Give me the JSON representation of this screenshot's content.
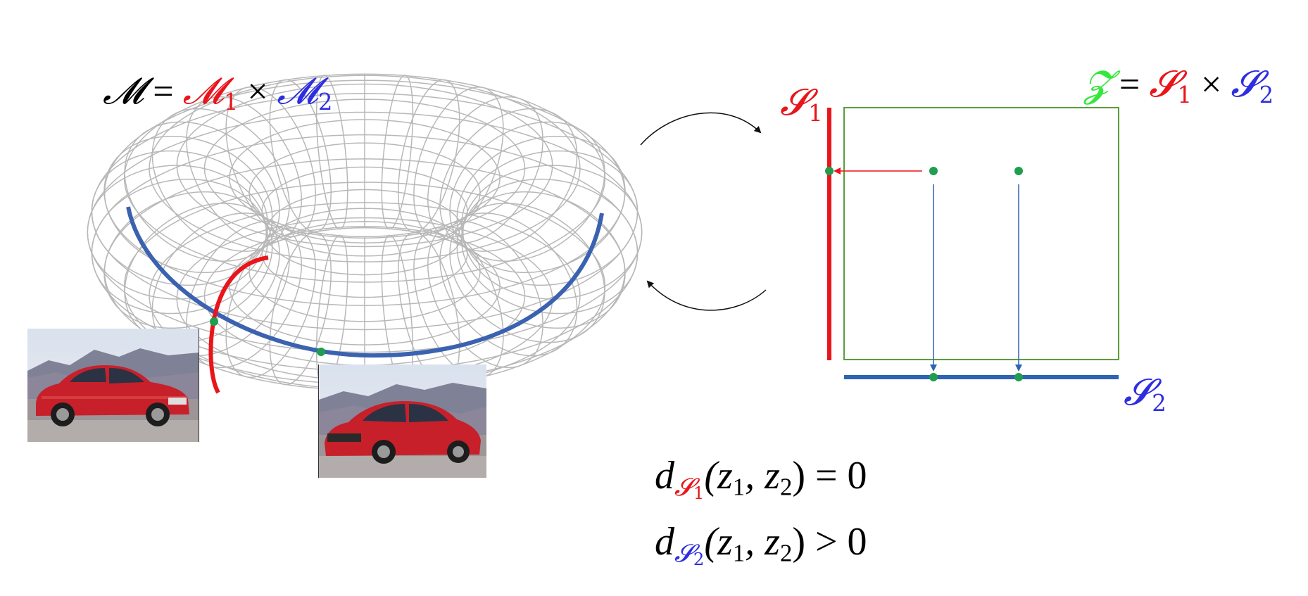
{
  "colors": {
    "torus_mesh": "#b8b8b8",
    "red": "#e8151b",
    "blue": "#3a62b0",
    "blue_text": "#2e2ee0",
    "green_box": "#5a9e3c",
    "green_dot": "#1f9e4e",
    "green_text": "#33e83a",
    "arrow_black": "#111111",
    "sky_top": "#dfe6ef",
    "sky_bottom": "#eeeaf0",
    "mountain": "#7d7f95",
    "ground": "#9a9294",
    "car_red": "#c8202a"
  },
  "manifold_equation": {
    "lhs": "𝓜",
    "equals": "=",
    "m1": "𝓜",
    "m1_sub": "1",
    "times": "×",
    "m2": "𝓜",
    "m2_sub": "2"
  },
  "latent_equation": {
    "z": "𝓩",
    "equals": "=",
    "s1": "𝓢",
    "s1_sub": "1",
    "times": "×",
    "s2": "𝓢",
    "s2_sub": "2"
  },
  "axis_labels": {
    "s1": "𝓢",
    "s1_sub": "1",
    "s2": "𝓢",
    "s2_sub": "2"
  },
  "distance_equations": [
    {
      "d": "d",
      "space": "𝓢",
      "space_sub": "1",
      "args": "(z",
      "z1_sub": "1",
      "comma": ", z",
      "z2_sub": "2",
      "close": ")",
      "relation": "= 0"
    },
    {
      "d": "d",
      "space": "𝓢",
      "space_sub": "2",
      "args": "(z",
      "z1_sub": "1",
      "comma": ", z",
      "z2_sub": "2",
      "close": ")",
      "relation": "> 0"
    }
  ],
  "icons": {
    "forward_arrow": "curved-arrow-right-icon",
    "backward_arrow": "curved-arrow-left-icon"
  }
}
